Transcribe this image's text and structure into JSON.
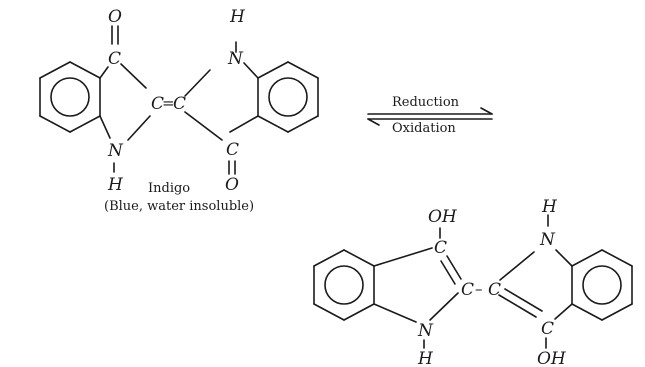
{
  "indigo": {
    "name": "Indigo",
    "description": "(Blue, water insoluble)",
    "atoms": {
      "top_oxygen": "O",
      "top_carbon": "C",
      "hydrogen_top": "H",
      "nitrogen_top": "N",
      "central_left": "C",
      "double_bond": "=",
      "central_right": "C",
      "nitrogen_bottom": "N",
      "hydrogen_bottom": "H",
      "bottom_carbon": "C",
      "bottom_oxygen": "O"
    }
  },
  "reaction": {
    "forward_label": "Reduction",
    "reverse_label": "Oxidation"
  },
  "leuco": {
    "atoms": {
      "top_oh": "OH",
      "top_carbon": "C",
      "hydrogen_top": "H",
      "nitrogen_top": "N",
      "central_left": "C",
      "single_bond": "–",
      "central_right": "C",
      "nitrogen_bottom": "N",
      "hydrogen_bottom": "H",
      "bottom_carbon": "C",
      "bottom_oh": "OH"
    }
  }
}
